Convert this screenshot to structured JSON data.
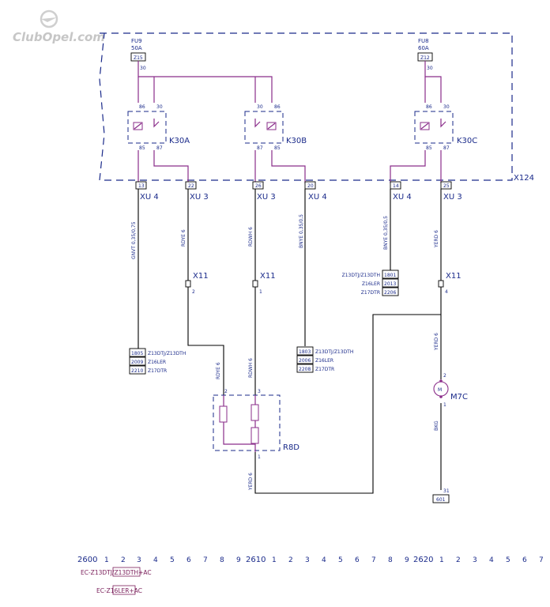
{
  "watermark": "ClubOpel.com",
  "fuses": [
    {
      "name": "FU9",
      "rating": "50A",
      "code": "Z15",
      "pin": "30"
    },
    {
      "name": "FU8",
      "rating": "60A",
      "code": "Z12",
      "pin": "30"
    }
  ],
  "relays": [
    {
      "name": "K30A",
      "pin_tl": "86",
      "pin_tr": "30",
      "pin_bl": "85",
      "pin_br": "87"
    },
    {
      "name": "K30B",
      "pin_tl": "30",
      "pin_tr": "86",
      "pin_bl": "87",
      "pin_br": "85"
    },
    {
      "name": "K30C",
      "pin_tl": "86",
      "pin_tr": "30",
      "pin_bl": "85",
      "pin_br": "87"
    }
  ],
  "module_label": "X124",
  "connectors": [
    {
      "pin": "13",
      "name": "XU 4"
    },
    {
      "pin": "22",
      "name": "XU 3"
    },
    {
      "pin": "26",
      "name": "XU 3"
    },
    {
      "pin": "20",
      "name": "XU 4"
    },
    {
      "pin": "14",
      "name": "XU 4"
    },
    {
      "pin": "25",
      "name": "XU 3"
    }
  ],
  "wire_colors": [
    {
      "id": "w1",
      "text": "GNVT 0,35/0,75"
    },
    {
      "id": "w2",
      "text": "RDYE 6"
    },
    {
      "id": "w3",
      "text": "RDWH 6"
    },
    {
      "id": "w4",
      "text": "BNYE 0,35/0,5"
    },
    {
      "id": "w5",
      "text": "BNYE 0,35/0,5"
    },
    {
      "id": "w6",
      "text": "YERD 6"
    },
    {
      "id": "w7",
      "text": "RDYE 6"
    },
    {
      "id": "w8",
      "text": "RDWH 6"
    },
    {
      "id": "w9",
      "text": "YERD 6"
    },
    {
      "id": "w10",
      "text": "YERD 6"
    },
    {
      "id": "w11",
      "text": "BKG"
    }
  ],
  "x11": [
    {
      "name": "X11",
      "pin": "2"
    },
    {
      "name": "X11",
      "pin": "1"
    },
    {
      "name": "X11",
      "pin": "4"
    }
  ],
  "ref_tables": [
    {
      "id": "t1",
      "rows": [
        {
          "code": "1805",
          "engine": "Z13DTJ/Z13DTH"
        },
        {
          "code": "2009",
          "engine": "Z16LER"
        },
        {
          "code": "2210",
          "engine": "Z17DTR"
        }
      ]
    },
    {
      "id": "t2",
      "rows": [
        {
          "code": "1803",
          "engine": "Z13DTJ/Z13DTH"
        },
        {
          "code": "2006",
          "engine": "Z16LER"
        },
        {
          "code": "2208",
          "engine": "Z17DTR"
        }
      ]
    },
    {
      "id": "t3",
      "rows": [
        {
          "code": "1801",
          "engine": "Z13DTJ/Z13DTH"
        },
        {
          "code": "2013",
          "engine": "Z16LER"
        },
        {
          "code": "2206",
          "engine": "Z17DTR"
        }
      ]
    }
  ],
  "resistor": {
    "name": "R8D",
    "pin_a": "2",
    "pin_b": "3",
    "pin_c": "1"
  },
  "motor": {
    "name": "M7C",
    "symbol": "M",
    "pin_top": "2",
    "pin_bottom": "1"
  },
  "ground": {
    "pin": "31",
    "code": "601"
  },
  "ruler": {
    "segments": [
      {
        "start": "2600",
        "ticks": [
          "1",
          "2",
          "3",
          "4",
          "5",
          "6",
          "7",
          "8",
          "9"
        ]
      },
      {
        "start": "2610",
        "ticks": [
          "1",
          "2",
          "3",
          "4",
          "5",
          "6",
          "7",
          "8",
          "9"
        ]
      },
      {
        "start": "2620",
        "ticks": [
          "1",
          "2",
          "3",
          "4",
          "5",
          "6",
          "7"
        ]
      }
    ]
  },
  "options": [
    "EC-Z13DTJ/Z13DTH+AC",
    "EC-Z16LER+AC"
  ]
}
